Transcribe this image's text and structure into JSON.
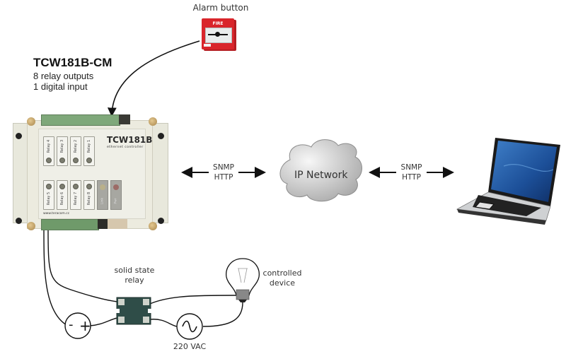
{
  "diagram": {
    "alarm": {
      "label": "Alarm button",
      "panel_text": "FIRE"
    },
    "controller": {
      "model": "TCW181B-CM",
      "features": [
        "8  relay outputs",
        "1  digital input"
      ],
      "brand": "TCW181B",
      "brand_sub": "ethernet controller",
      "website": "www.teracom.cc",
      "relays_top": [
        "Relay 4",
        "Relay 3",
        "Relay 2",
        "Relay 1"
      ],
      "relays_bottom": [
        "Relay 5",
        "Relay 6",
        "Relay 7",
        "Relay 8"
      ],
      "status_leds": [
        {
          "label": "Link",
          "color": "#b9b08a"
        },
        {
          "label": "Pwr",
          "color": "#9c6b66"
        }
      ]
    },
    "links": [
      {
        "protocols": [
          "SNMP",
          "HTTP"
        ]
      },
      {
        "protocols": [
          "SNMP",
          "HTTP"
        ]
      }
    ],
    "network": {
      "label": "IP Network"
    },
    "relay": {
      "label_lines": [
        "solid state",
        "relay"
      ]
    },
    "dc_source": {
      "symbols": [
        "-",
        "+"
      ]
    },
    "ac_source": {
      "label": "220 VAC",
      "symbol": "~"
    },
    "load": {
      "label_lines": [
        "controlled",
        "device"
      ]
    },
    "laptop": {
      "name": "laptop"
    }
  }
}
